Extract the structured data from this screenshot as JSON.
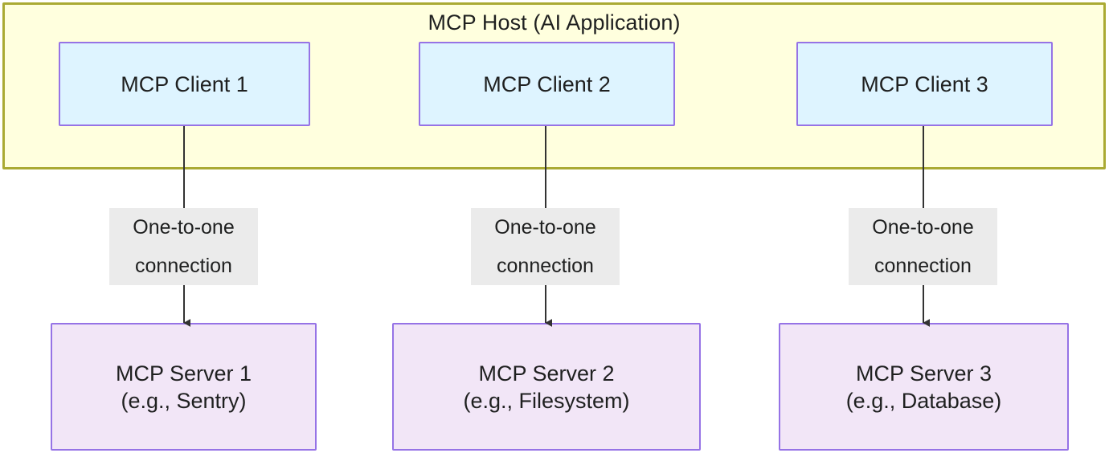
{
  "diagram": {
    "type": "flowchart",
    "title": "MCP Host (AI Application)",
    "colors": {
      "host_fill": "#ffffde",
      "host_border": "#aaaa33",
      "client_fill": "#def4ff",
      "server_fill": "#f2e6f7",
      "node_border": "#9673e6",
      "edge_stroke": "#333333",
      "edge_label_bg": "#ebebeb",
      "text": "#1f2020",
      "canvas": "#ffffff"
    }
  },
  "host": {
    "label": "MCP Host (AI Application)",
    "clients": [
      {
        "id": "client-1",
        "label": "MCP Client 1"
      },
      {
        "id": "client-2",
        "label": "MCP Client 2"
      },
      {
        "id": "client-3",
        "label": "MCP Client 3"
      }
    ]
  },
  "servers": [
    {
      "id": "server-1",
      "line1": "MCP Server 1",
      "line2": "(e.g., Sentry)"
    },
    {
      "id": "server-2",
      "line1": "MCP Server 2",
      "line2": "(e.g., Filesystem)"
    },
    {
      "id": "server-3",
      "line1": "MCP Server 3",
      "line2": "(e.g., Database)"
    }
  ],
  "edges": [
    {
      "id": "edge-1",
      "from": "client-1",
      "to": "server-1",
      "line1": "One-to-one",
      "line2": "connection",
      "arrow": "down"
    },
    {
      "id": "edge-2",
      "from": "client-2",
      "to": "server-2",
      "line1": "One-to-one",
      "line2": "connection",
      "arrow": "down"
    },
    {
      "id": "edge-3",
      "from": "client-3",
      "to": "server-3",
      "line1": "One-to-one",
      "line2": "connection",
      "arrow": "down"
    }
  ]
}
